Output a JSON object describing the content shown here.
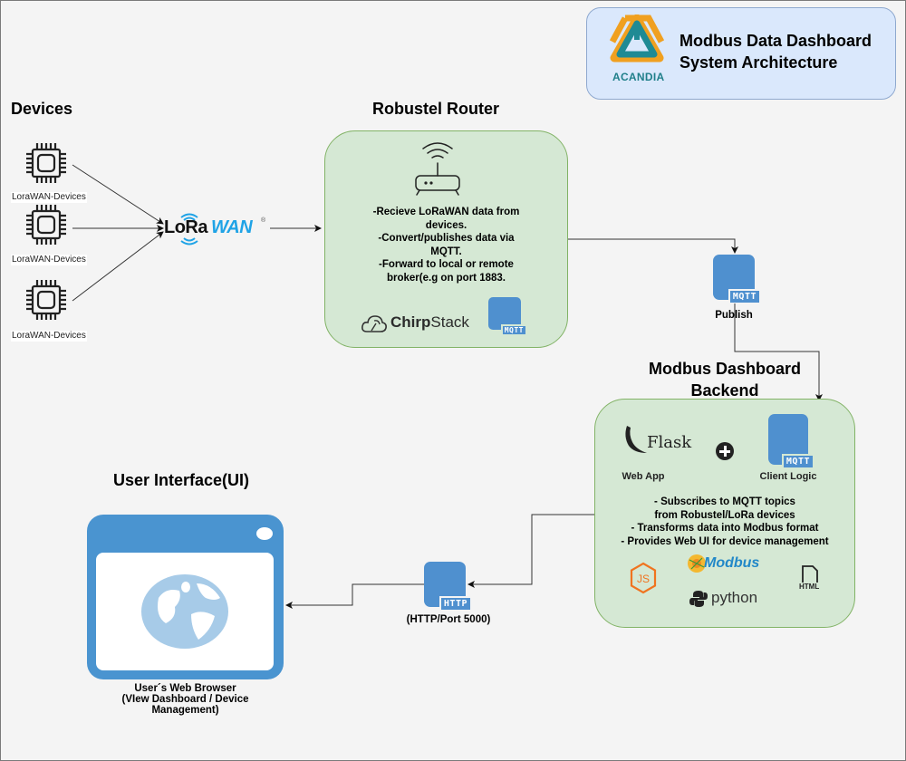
{
  "header": {
    "title_line1": "Modbus Data Dashboard",
    "title_line2": "System Architecture",
    "logo_label": "ACANDIA"
  },
  "devices": {
    "title": "Devices",
    "items": [
      {
        "label": "LoraWAN-Devices"
      },
      {
        "label": "LoraWAN-Devices"
      },
      {
        "label": "LoraWAN-Devices"
      }
    ]
  },
  "lorawan": {
    "text_lo": "LoRa",
    "text_wan": "WAN",
    "reg": "®"
  },
  "router": {
    "title": "Robustel Router",
    "lines": [
      "-Recieve LoRaWAN data from",
      "devices.",
      "-Convert/publishes data via",
      "MQTT.",
      "-Forward to local or remote",
      "broker(e.g on port 1883."
    ],
    "chirpstack_bold": "Chirp",
    "chirpstack_rest": "Stack",
    "mqtt_tag": "MQTT"
  },
  "publish": {
    "tag": "MQTT",
    "label": "Publish"
  },
  "backend": {
    "title_line1": "Modbus Dashboard",
    "title_line2": "Backend",
    "flask_word": "Flask",
    "web_app_label": "Web App",
    "client_logic_label": "Client Logic",
    "mqtt_tag": "MQTT",
    "lines": [
      "- Subscribes to MQTT topics",
      "from Robustel/LoRa devices",
      "- Transforms data into Modbus format",
      "- Provides Web UI for device management"
    ],
    "modbus_word": "Modbus",
    "python_word": "python",
    "html_word": "HTML",
    "js_word": "JS"
  },
  "http": {
    "tag": "HTTP",
    "label": "(HTTP/Port 5000)"
  },
  "ui": {
    "title": "User Interface(UI)",
    "caption_line1": "User´s Web Browser",
    "caption_line2": "(VIew Dashboard / Device Management)"
  },
  "colors": {
    "green_fill": "#d5e8d4",
    "green_stroke": "#82b366",
    "blue_fill": "#dae8fc",
    "tile_blue": "#4f90cf",
    "browser_blue": "#4a94d0",
    "lora_blue": "#1fa3e6"
  }
}
